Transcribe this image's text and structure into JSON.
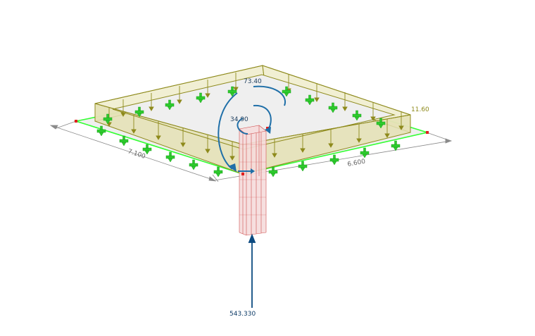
{
  "labels": {
    "moment_top": "73.40",
    "moment_side": "34.90",
    "line_load": "11.60",
    "dim_left": "7.100",
    "dim_right": "6.600",
    "reaction": "543.330"
  },
  "colors": {
    "background": "#ffffff",
    "load_fill": "#e8e6b8",
    "load_stroke": "#8e8a1c",
    "load_text": "#8e8a1c",
    "slab_fill": "#f2f2f2",
    "slab_edge": "#33ff33",
    "support": "#2ecc2e",
    "moment": "#1f6fa8",
    "reaction": "#0c4a80",
    "column_line": "#d04a4a",
    "column_fill": "#f6dede",
    "dimension": "#7f7f7f",
    "node": "#e02020"
  },
  "icons": {
    "support": "nodal-support-icon",
    "moment": "moment-arrow-icon",
    "reaction": "reaction-arrow-icon"
  }
}
